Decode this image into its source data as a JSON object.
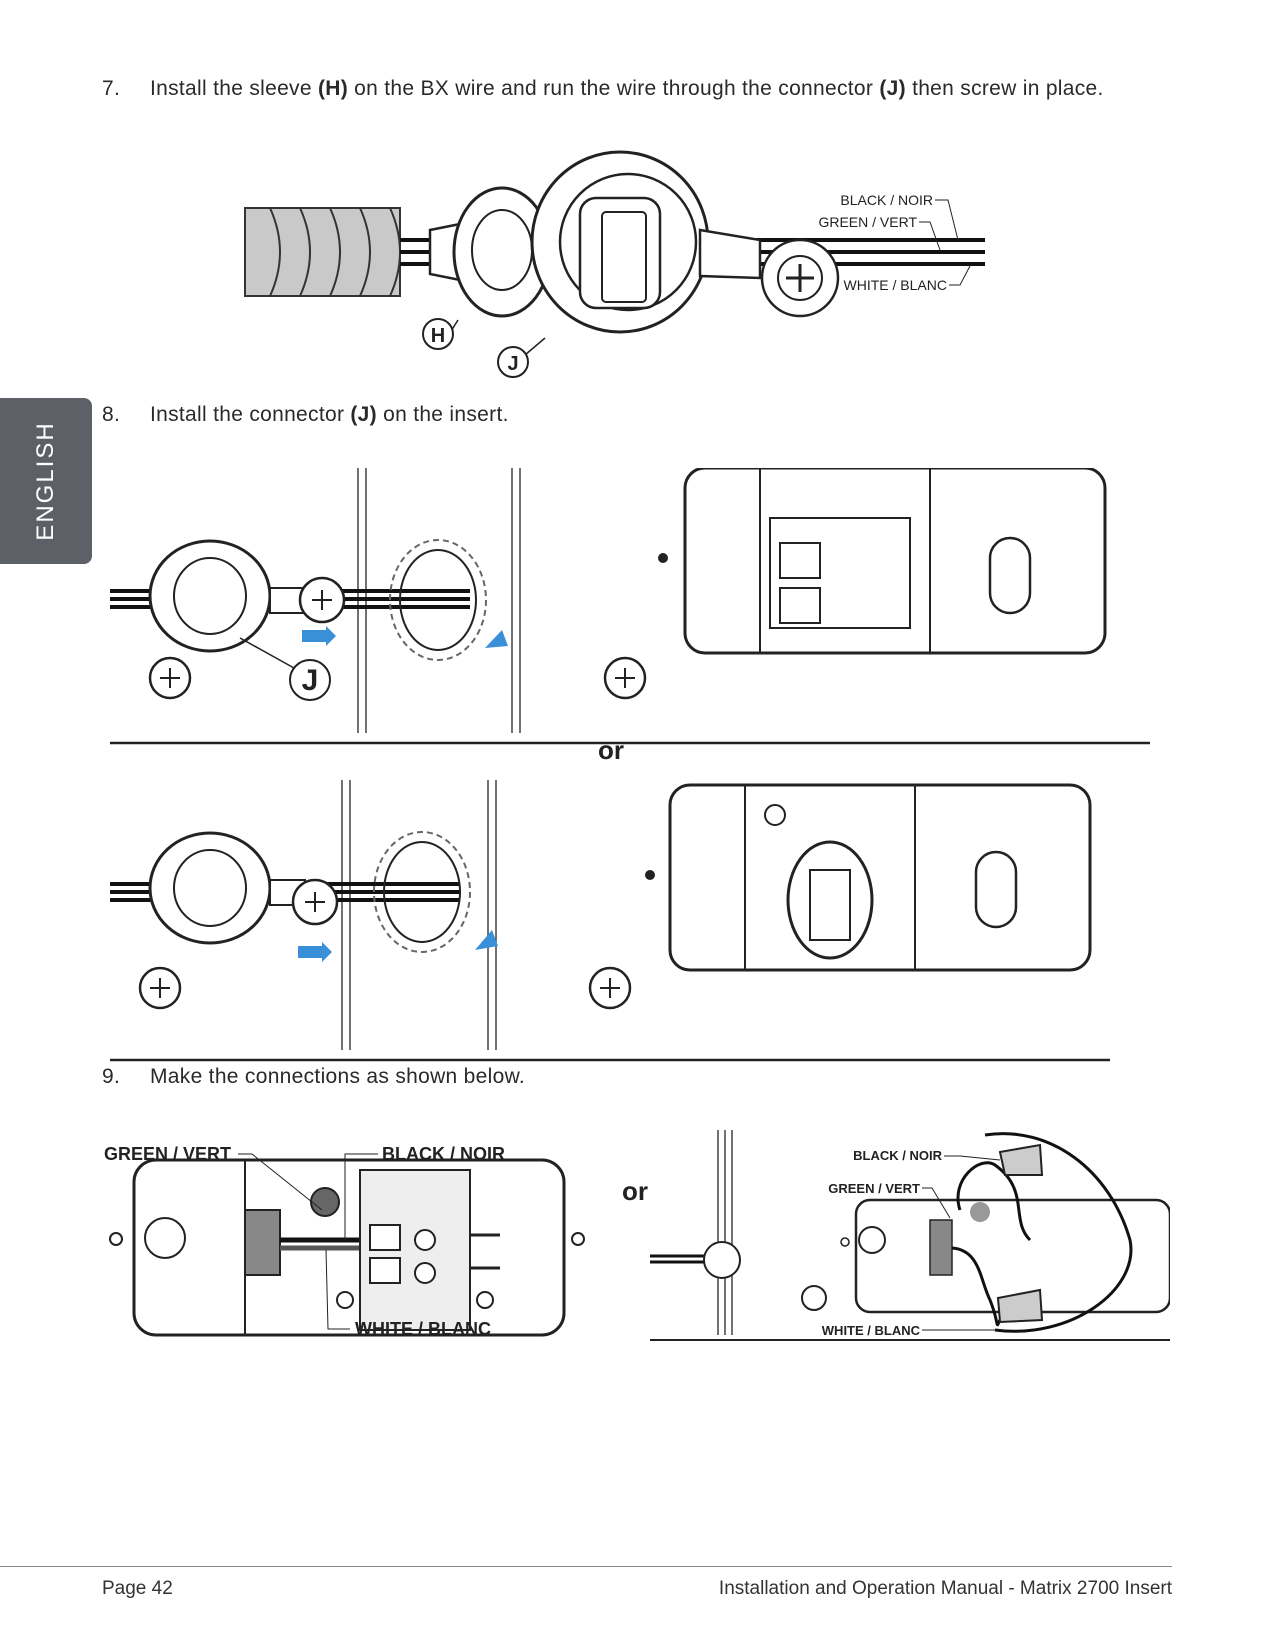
{
  "side_tab": {
    "label": "ENGLISH"
  },
  "steps": [
    {
      "num": "7.",
      "pre": "Install the sleeve ",
      "b1": "(H)",
      "mid": " on the BX wire and run the wire through the connector ",
      "b2": "(J)",
      "post": " then screw in place."
    },
    {
      "num": "8.",
      "pre": "Install the connector ",
      "b1": "(J)",
      "post": " on the insert."
    },
    {
      "num": "9.",
      "text": "Make the connections as shown below."
    }
  ],
  "figure1": {
    "black": "BLACK / NOIR",
    "green": "GREEN / VERT",
    "white": "WHITE / BLANC",
    "callout_h": "H",
    "callout_j": "J"
  },
  "figure2": {
    "callout_j": "J",
    "or": "or"
  },
  "figure3": {
    "green": "GREEN / VERT",
    "black": "BLACK / NOIR",
    "white": "WHITE / BLANC",
    "or": "or",
    "right_black": "BLACK / NOIR",
    "right_green": "GREEN / VERT",
    "right_white": "WHITE / BLANC"
  },
  "footer": {
    "page": "Page 42",
    "title": "Installation and Operation Manual - Matrix 2700 Insert"
  },
  "colors": {
    "tab": "#5d6167",
    "arrow": "#3a8fd9"
  }
}
